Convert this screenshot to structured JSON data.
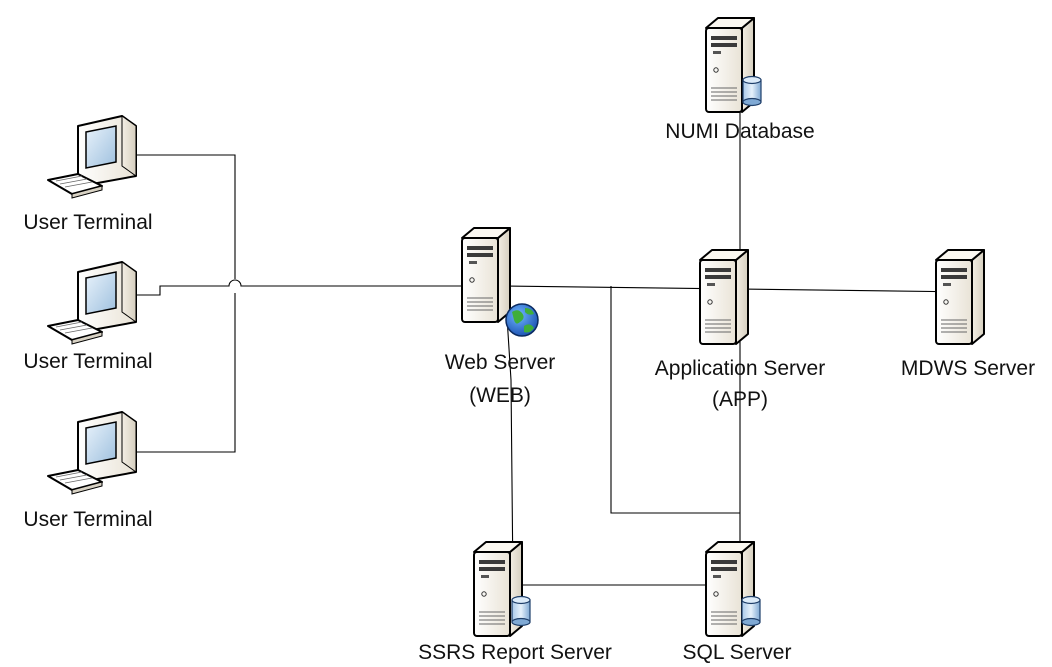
{
  "diagram": {
    "terminal_1": {
      "label": "User Terminal",
      "icon": "desktop-computer-icon"
    },
    "terminal_2": {
      "label": "User Terminal",
      "icon": "desktop-computer-icon"
    },
    "terminal_3": {
      "label": "User Terminal",
      "icon": "desktop-computer-icon"
    },
    "numi_db": {
      "label": "NUMI Database",
      "icon": "database-server-icon"
    },
    "web_server": {
      "label_line1": "Web Server",
      "label_line2": "(WEB)",
      "icon": "web-server-icon"
    },
    "app_server": {
      "label_line1": "Application Server",
      "label_line2": "(APP)",
      "icon": "server-icon"
    },
    "mdws_server": {
      "label": "MDWS Server",
      "icon": "server-icon"
    },
    "ssrs_server": {
      "label": "SSRS Report Server",
      "icon": "database-server-icon"
    },
    "sql_server": {
      "label": "SQL Server",
      "icon": "database-server-icon"
    }
  }
}
